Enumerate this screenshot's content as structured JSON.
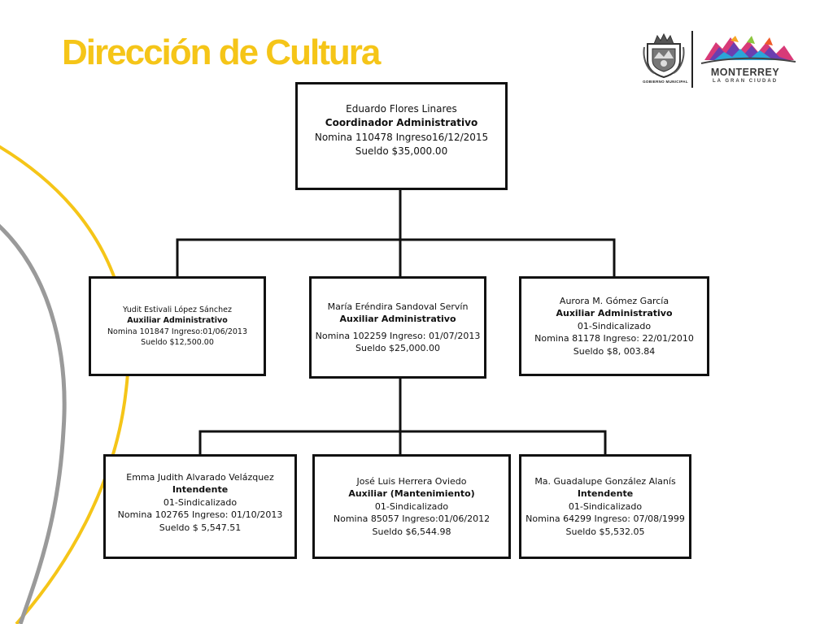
{
  "slide": {
    "title": "Dirección de Cultura",
    "colors": {
      "title": "#f5c518",
      "arc_yellow": "#f5c518",
      "arc_gray": "#9a9a9a",
      "lines": "#111111"
    }
  },
  "logos": {
    "seal_caption": "GOBIERNO MUNICIPAL",
    "city_name": "MONTERREY",
    "city_tagline": "LA GRAN CIUDAD",
    "icons": [
      "municipal-seal-icon",
      "monterrey-mountain-logo-icon"
    ]
  },
  "org": {
    "director": {
      "name": "Eduardo Flores Linares",
      "role": "Coordinador Administrativo",
      "nomina": "Nomina 110478 Ingreso16/12/2015",
      "sueldo": "Sueldo $35,000.00"
    },
    "level2": [
      {
        "name": "Yudit Estivali López Sánchez",
        "role": "Auxiliar Administrativo",
        "nomina": "Nomina 101847 Ingreso:01/06/2013",
        "sueldo": "Sueldo $12,500.00"
      },
      {
        "name": "María Eréndira Sandoval Servín",
        "role": "Auxiliar Administrativo",
        "nomina": "Nomina 102259 Ingreso: 01/07/2013",
        "sueldo": "Sueldo $25,000.00"
      },
      {
        "name": "Aurora M. Gómez García",
        "role": "Auxiliar Administrativo",
        "tipo": "01-Sindicalizado",
        "nomina": "Nomina  81178  Ingreso: 22/01/2010",
        "sueldo": "Sueldo $8, 003.84"
      }
    ],
    "level3": [
      {
        "name": "Emma Judith Alvarado Velázquez",
        "role": "Intendente",
        "tipo": "01-Sindicalizado",
        "nomina": "Nomina  102765 Ingreso: 01/10/2013",
        "sueldo": "Sueldo $ 5,547.51"
      },
      {
        "name": "José Luis Herrera Oviedo",
        "role": "Auxiliar (Mantenimiento)",
        "tipo": "01-Sindicalizado",
        "nomina": "Nomina 85057 Ingreso:01/06/2012",
        "sueldo": "Sueldo $6,544.98"
      },
      {
        "name": "Ma. Guadalupe González Alanís",
        "role": "Intendente",
        "tipo": "01-Sindicalizado",
        "nomina": "Nomina 64299  Ingreso: 07/08/1999",
        "sueldo": "Sueldo $5,532.05"
      }
    ]
  }
}
